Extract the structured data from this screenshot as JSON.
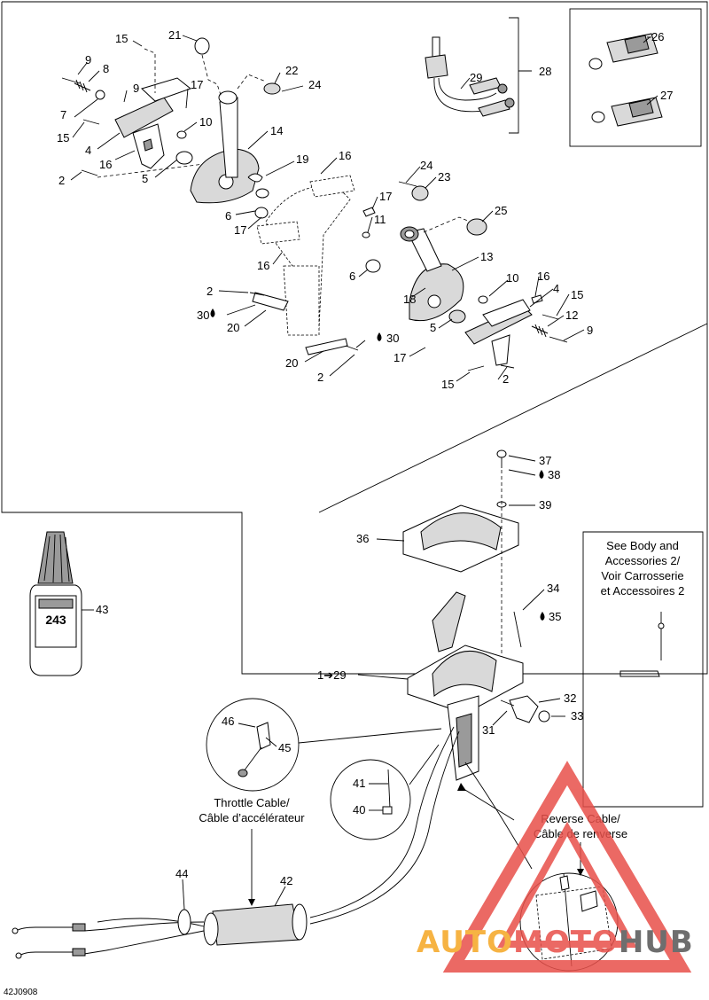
{
  "diagram_code": "42J0908",
  "callouts": {
    "c2a": "2",
    "c2b": "2",
    "c2c": "2",
    "c2d": "2",
    "c4a": "4",
    "c4b": "4",
    "c5a": "5",
    "c5b": "5",
    "c6a": "6",
    "c6b": "6",
    "c7": "7",
    "c8": "8",
    "c9a": "9",
    "c9b": "9",
    "c9c": "9",
    "c10a": "10",
    "c10b": "10",
    "c11": "11",
    "c12": "12",
    "c13": "13",
    "c14": "14",
    "c15a": "15",
    "c15b": "15",
    "c15c": "15",
    "c15d": "15",
    "c16a": "16",
    "c16b": "16",
    "c16c": "16",
    "c16d": "16",
    "c17a": "17",
    "c17b": "17",
    "c17c": "17",
    "c17d": "17",
    "c18": "18",
    "c19": "19",
    "c20a": "20",
    "c20b": "20",
    "c21": "21",
    "c22": "22",
    "c23": "23",
    "c24a": "24",
    "c24b": "24",
    "c25": "25",
    "c26": "26",
    "c27": "27",
    "c28": "28",
    "c29": "29",
    "c30a": "30",
    "c30b": "30",
    "c31": "31",
    "c32": "32",
    "c33": "33",
    "c34": "34",
    "c35": "35",
    "c36": "36",
    "c37": "37",
    "c38": "38",
    "c39": "39",
    "c40": "40",
    "c41": "41",
    "c42": "42",
    "c43": "43",
    "c44": "44",
    "c45": "45",
    "c46": "46",
    "c1to29": "1➔29"
  },
  "notes": {
    "see_body_line1": "See Body and",
    "see_body_line2": "Accessories 2/",
    "see_body_line3": "Voir Carrosserie",
    "see_body_line4": "et Accessoires 2",
    "throttle_line1": "Throttle Cable/",
    "throttle_line2": "Câble d’accélérateur",
    "reverse_line1": "Reverse Cable/",
    "reverse_line2": "Câble de renverse"
  },
  "adhesive_label": "243",
  "watermark": {
    "part1": "AUTO",
    "part2": "MOTO",
    "part3": "HUB",
    "color_orange": "#f5a623",
    "color_red": "#e8504a",
    "color_dark": "#555555"
  }
}
